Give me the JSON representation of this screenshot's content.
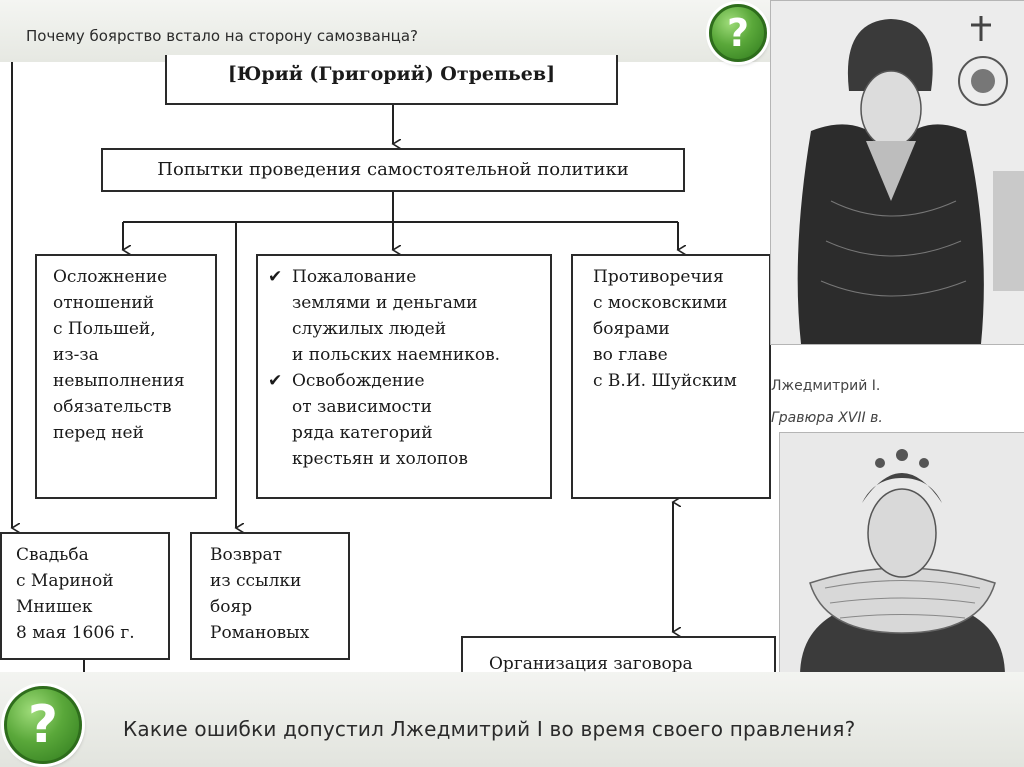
{
  "header": {
    "question": "Почему боярство встало на сторону самозванца?",
    "badge_symbol": "?"
  },
  "diagram": {
    "title": "[Юрий (Григорий) Отрепьев]",
    "policy": "Попытки проведения самостоятельной политики",
    "poland_lines": [
      "Осложнение",
      "отношений",
      "с Польшей,",
      "из-за",
      "невыполнения",
      "обязательств",
      "перед ней"
    ],
    "grants": [
      {
        "check": "✔",
        "lines": [
          "Пожалование",
          "землями и деньгами",
          "служилых людей",
          "и польских наемников."
        ]
      },
      {
        "check": "✔",
        "lines": [
          "Освобождение",
          "от зависимости",
          "ряда категорий",
          "крестьян и холопов"
        ]
      }
    ],
    "boyars_lines": [
      "Противоречия",
      "с московскими",
      "боярами",
      "во главе",
      "с В.И. Шуйским"
    ],
    "wedding_lines": [
      "Свадьба",
      "с Мариной",
      "Мнишек",
      "8 мая 1606 г."
    ],
    "return_lines": [
      "Возврат",
      "из ссылки",
      "бояр",
      "Романовых"
    ],
    "plot": "Организация заговора"
  },
  "images": {
    "caption_name": "Лжедмитрий I.",
    "caption_source": "Гравюра XVII в."
  },
  "footer": {
    "question": "Какие ошибки допустил Лжедмитрий I во время своего правления?",
    "badge_symbol": "?"
  }
}
